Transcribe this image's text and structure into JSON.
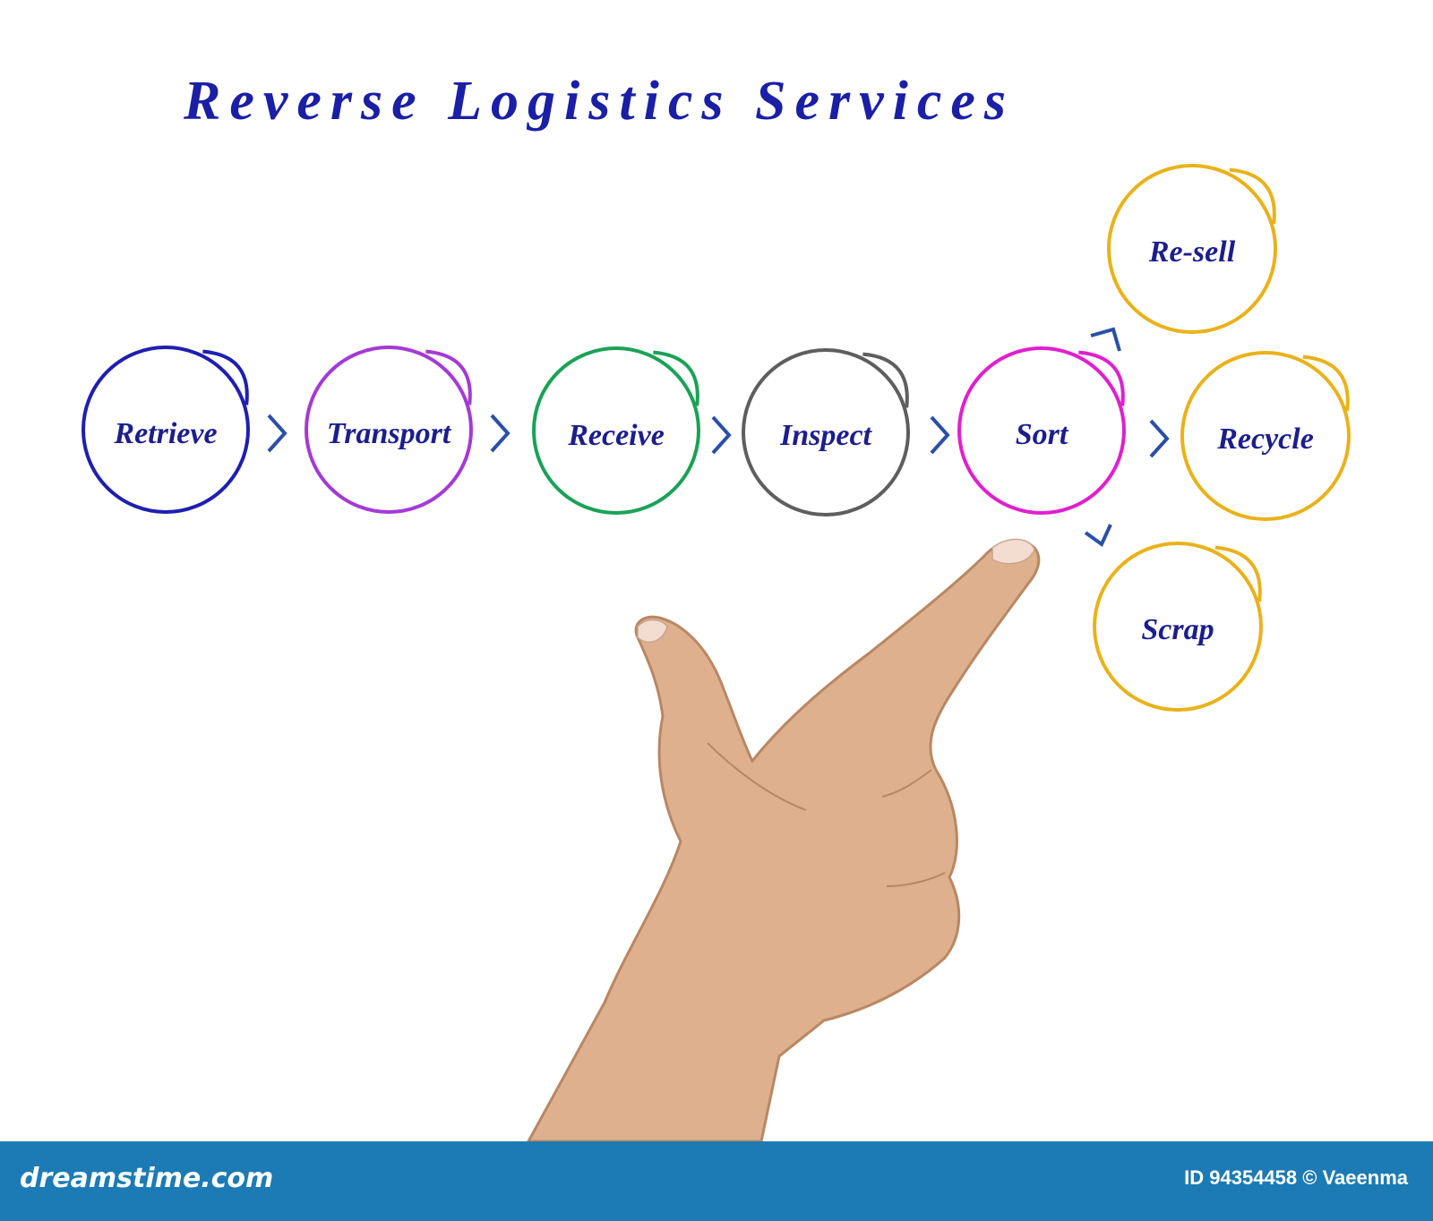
{
  "title": "Reverse Logistics Services",
  "nodes": [
    {
      "label": "Retrieve",
      "color": "#1e1fb0"
    },
    {
      "label": "Transport",
      "color": "#a43ad6"
    },
    {
      "label": "Receive",
      "color": "#1aa257"
    },
    {
      "label": "Inspect",
      "color": "#5e5e5e"
    },
    {
      "label": "Sort",
      "color": "#e01fcf"
    },
    {
      "label": "Re-sell",
      "color": "#e9b21b"
    },
    {
      "label": "Recycle",
      "color": "#e9b21b"
    },
    {
      "label": "Scrap",
      "color": "#e9b21b"
    }
  ],
  "arrow_color": "#2a4fa6",
  "footer": {
    "brand": "dreamstime.com",
    "id_text": "ID 94354458 © Vaeenma"
  }
}
